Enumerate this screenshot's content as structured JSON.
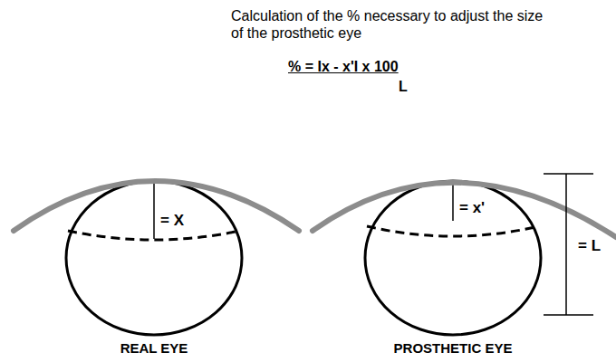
{
  "diagram": {
    "title": "Calculation of the % necessary to adjust the size of the prosthetic eye",
    "labels": [
      "% = Ix - x'I x 100",
      "L",
      "= X",
      "= x'",
      "= L",
      "REAL EYE",
      "PROSTHETIC EYE"
    ]
  }
}
